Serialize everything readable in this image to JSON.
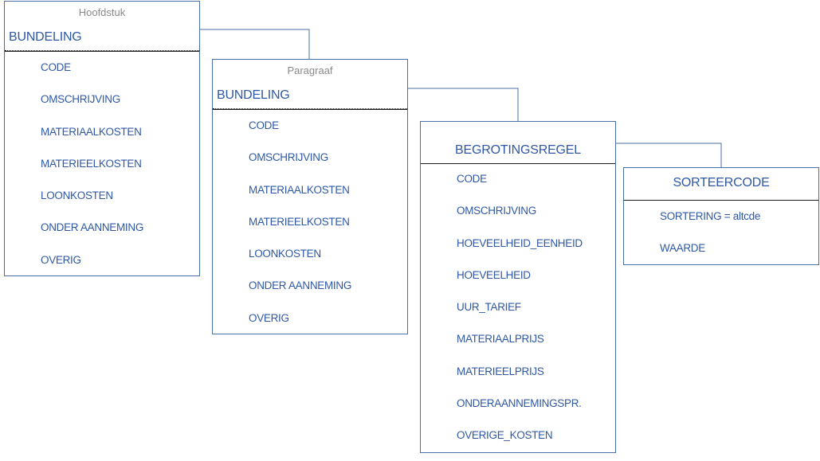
{
  "entities": {
    "hoofdstuk": {
      "caption": "Hoofdstuk",
      "name": "BUNDELING",
      "attributes": [
        "CODE",
        "OMSCHRIJVING",
        "MATERIAALKOSTEN",
        "MATERIEELKOSTEN",
        "LOONKOSTEN",
        "ONDER AANNEMING",
        "OVERIG"
      ]
    },
    "paragraaf": {
      "caption": "Paragraaf",
      "name": "BUNDELING",
      "attributes": [
        "CODE",
        "OMSCHRIJVING",
        "MATERIAALKOSTEN",
        "MATERIEELKOSTEN",
        "LOONKOSTEN",
        "ONDER AANNEMING",
        "OVERIG"
      ]
    },
    "begrotingsregel": {
      "name": "BEGROTINGSREGEL",
      "attributes": [
        "CODE",
        "OMSCHRIJVING",
        "HOEVEELHEID_EENHEID",
        "HOEVEELHEID",
        "UUR_TARIEF",
        "MATERIAALPRIJS",
        "MATERIEELPRIJS",
        "ONDERAANNEMINGSPR.",
        "OVERIGE_KOSTEN"
      ]
    },
    "sorteercode": {
      "name": "SORTEERCODE",
      "attributes": [
        "SORTERING = altcde",
        "WAARDE"
      ]
    }
  },
  "colors": {
    "border": "#4a6fa5",
    "text": "#2e58a6",
    "caption": "#8a8a8a",
    "separator": "#1a1a1a"
  }
}
